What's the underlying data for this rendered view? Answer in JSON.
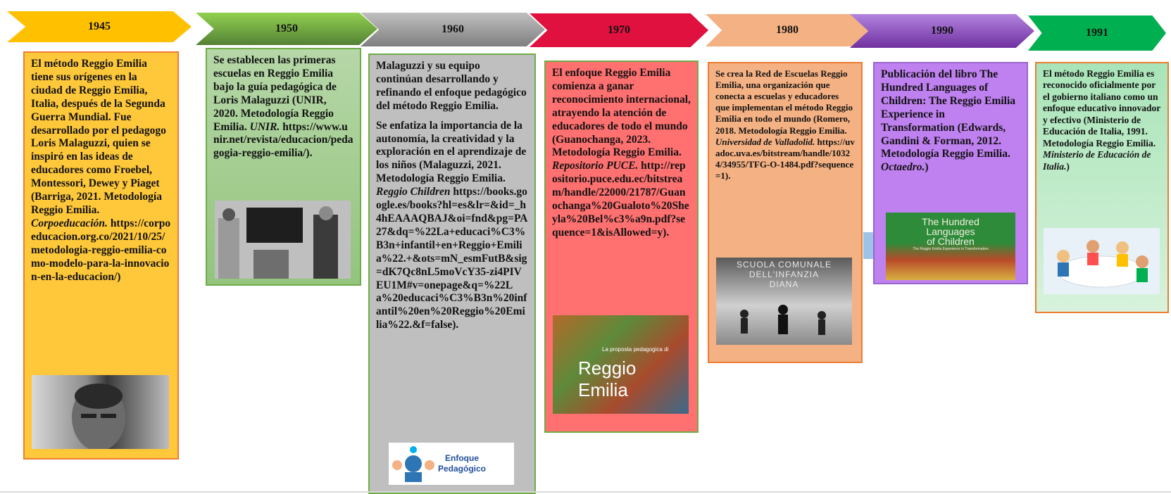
{
  "timeline": {
    "y1945": {
      "year": "1945",
      "color": "#ffc000",
      "paragraphs": [
        {
          "text": "El método Reggio Emilia tiene sus orígenes en la ciudad de Reggio Emilia, Italia, después de la Segunda Guerra Mundial. Fue desarrollado por el pedagogo Loris Malaguzzi, quien se inspiró en las ideas de educadores como Froebel, Montessori, Dewey y Piaget (Barriga, 2021. Metodología Reggio Emilia. ",
          "source": "Corpoeducación.",
          "url": " https://corpoeducacion.org.co/2021/10/25/metodologia-reggio-emilia-como-modelo-para-la-innovacion-en-la-educacion/)"
        }
      ],
      "image": "portrait-photo"
    },
    "y1950": {
      "year": "1950",
      "color": "#70ad47",
      "paragraphs": [
        {
          "text": "Se establecen las primeras escuelas en Reggio Emilia bajo la guía pedagógica de Loris Malaguzzi (UNIR, 2020. Metodología Reggio Emilia. ",
          "source": "UNIR.",
          "url": " https://www.unir.net/revista/educacion/pedagogia-reggio-emilia/)."
        }
      ],
      "image": "classroom-photo"
    },
    "y1960": {
      "year": "1960",
      "color": "#808080",
      "paragraphs": [
        {
          "text": "Malaguzzi y su equipo continúan desarrollando y refinando el enfoque pedagógico del método Reggio Emilia.",
          "source": "",
          "url": ""
        },
        {
          "text": "Se enfatiza la importancia de la autonomía, la creatividad y la exploración en el aprendizaje de los niños (Malaguzzi, 2021. Metodología Reggio Emilia. ",
          "source": "Reggio Children",
          "url": " https://books.google.es/books?hl=es&lr=&id=_h4hEAAAQBAJ&oi=fnd&pg=PA27&dq=%22La+educaci%C3%B3n+infantil+en+Reggio+Emilia%22.+&ots=mN_esmFutB&sig=dK7Qc8nL5moVcY35-zi4PIVEU1M#v=onepage&q=%22La%20educaci%C3%B3n%20infantil%20en%20Reggio%20Emilia%22.&f=false)."
        }
      ],
      "logo": {
        "line1": "Enfoque",
        "line2": "Pedagógico"
      }
    },
    "y1970": {
      "year": "1970",
      "color": "#e0113f",
      "paragraphs": [
        {
          "text": "El enfoque Reggio Emilia comienza a ganar reconocimiento internacional, atrayendo la atención de educadores de todo el mundo (Guanochanga, 2023. Metodología Reggio Emilia. ",
          "source": "Repositorio PUCE.",
          "url": " http://repositorio.puce.edu.ec/bitstream/handle/22000/21787/Guanochanga%20Gualoto%20Sheyla%20Bel%c3%a9n.pdf?sequence=1&isAllowed=y)."
        }
      ],
      "book": {
        "subtitle": "La proposta pedagogica di",
        "title": "Reggio Emilia"
      }
    },
    "y1980": {
      "year": "1980",
      "color": "#f4b183",
      "paragraphs": [
        {
          "text": "Se crea la Red de Escuelas Reggio Emilia, una organización que conecta a escuelas y educadores que implementan el método Reggio Emilia en todo el mundo (Romero, 2018. Metodología Reggio Emilia. ",
          "source": "Universidad de Valladolid.",
          "url": " https://uvadoc.uva.es/bitstream/handle/10324/34955/TFG-O-1484.pdf?sequence=1)."
        }
      ],
      "school_sign": {
        "line1": "SCUOLA COMUNALE",
        "line2": "DELL'INFANZIA",
        "line3": "DIANA"
      }
    },
    "y1990": {
      "year": "1990",
      "color": "#9966cc",
      "paragraphs": [
        {
          "text": "Publicación del libro The Hundred Languages of Children: The Reggio Emilia Experience in Transformation (Edwards, Gandini & Forman, 2012. Metodología Reggio Emilia. ",
          "source": "Octaedro.",
          "url": ")"
        }
      ],
      "book": {
        "title1": "The Hundred",
        "title2": "Languages",
        "title3": "of Children",
        "subtitle": "The Reggio Emilia Experience in Transformation"
      }
    },
    "y1991": {
      "year": "1991",
      "color": "#00b050",
      "paragraphs": [
        {
          "text": "El método Reggio Emilia es reconocido oficialmente por el gobierno italiano como un enfoque educativo innovador y efectivo (Ministerio de Educación de Italia, 1991. Metodología Reggio Emilia. ",
          "source": "Ministerio de Educación de Italia.",
          "url": ")"
        }
      ],
      "image": "children-table-photo"
    }
  }
}
